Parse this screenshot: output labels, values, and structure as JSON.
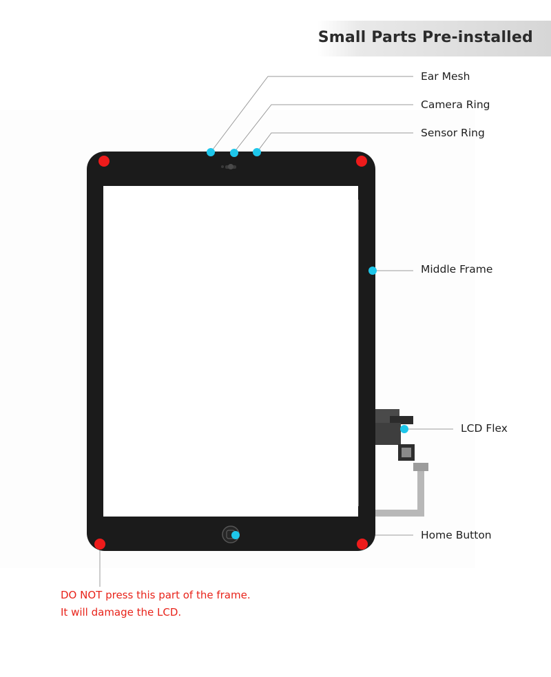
{
  "banner": {
    "title": "Small Parts Pre-installed"
  },
  "callouts": {
    "ear_mesh": "Ear Mesh",
    "camera_ring": "Camera Ring",
    "sensor_ring": "Sensor Ring",
    "middle_frame": "Middle Frame",
    "lcd_flex": "LCD Flex",
    "home_button": "Home Button"
  },
  "warning": {
    "line1": "DO NOT press this part of the frame.",
    "line2": "It will damage the LCD."
  },
  "colors": {
    "marker_cyan": "#1ec6ea",
    "marker_red": "#ee1b1b",
    "warning_text": "#e8231a",
    "bezel": "#1b1b1b"
  }
}
